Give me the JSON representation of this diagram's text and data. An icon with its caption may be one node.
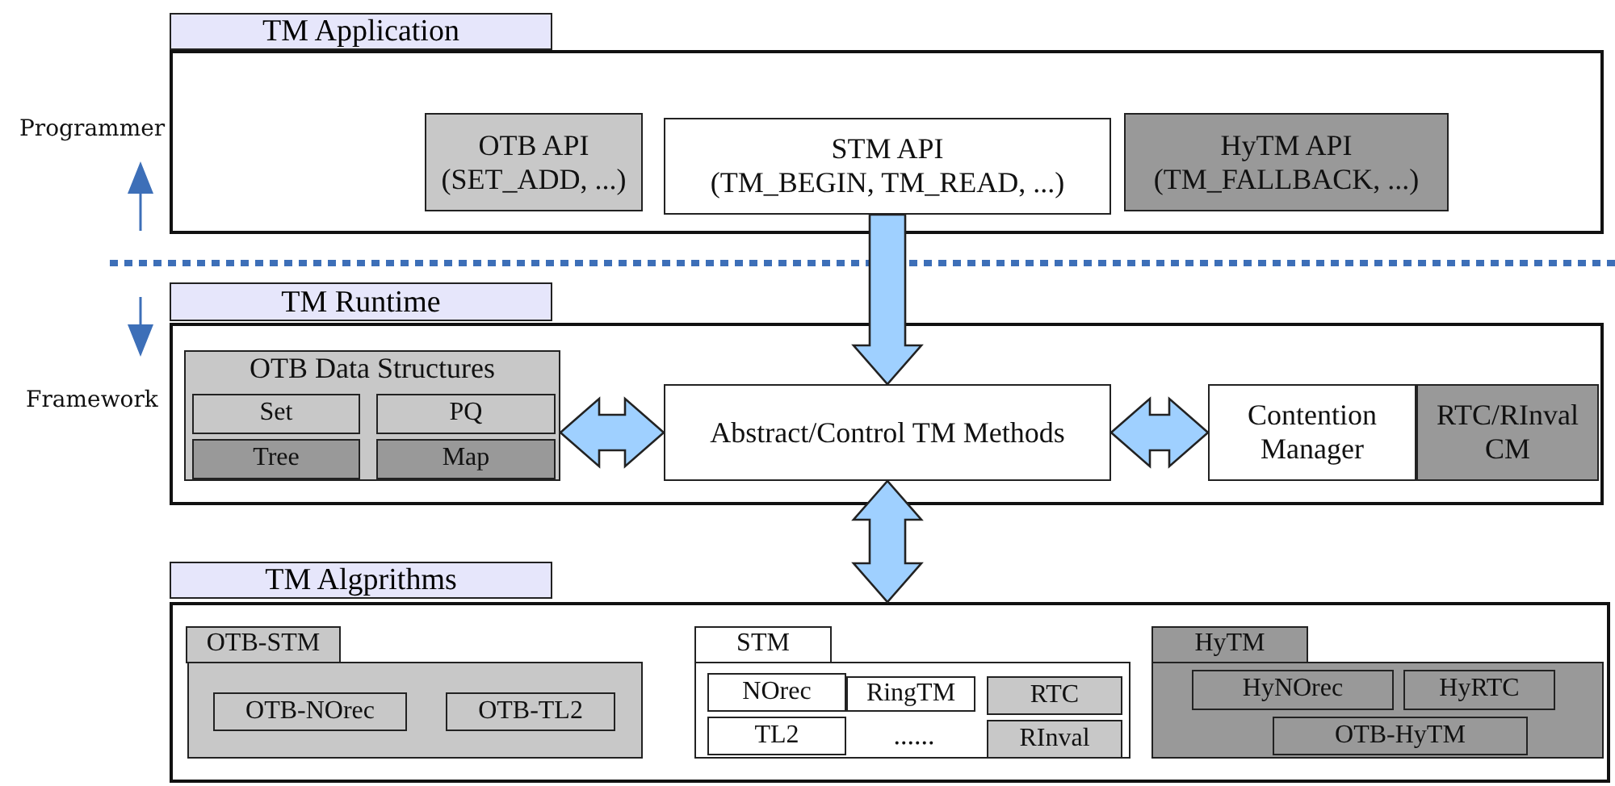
{
  "diagram": {
    "nodes": [
      {
        "text": [
          "TM Application"
        ]
      },
      {
        "text": [
          "OTB API",
          "(SET_ADD, ...)"
        ],
        "in": 0
      },
      {
        "text": [
          "STM API",
          "(TM_BEGIN, TM_READ, ...)"
        ],
        "in": 0
      },
      {
        "text": [
          "HyTM API",
          "(TM_FALLBACK, ...)"
        ],
        "in": 0
      },
      {
        "text": [
          "TM Runtime"
        ]
      },
      {
        "text": [
          "OTB Data Structures"
        ],
        "in": 4
      },
      {
        "text": [
          "Set"
        ],
        "in": 5
      },
      {
        "text": [
          "PQ"
        ],
        "in": 5
      },
      {
        "text": [
          "Tree"
        ],
        "in": 5
      },
      {
        "text": [
          "Map"
        ],
        "in": 5
      },
      {
        "text": [
          "Abstract/Control TM Methods"
        ],
        "in": 4
      },
      {
        "text": [
          "Contention Manager"
        ],
        "in": 4
      },
      {
        "text": [
          "RTC/RInval CM"
        ],
        "in": 4
      },
      {
        "text": [
          "TM Algprithms"
        ]
      },
      {
        "text": [
          "OTB-STM"
        ],
        "in": 13
      },
      {
        "text": [],
        "shape": "box",
        "in": 13
      },
      {
        "text": [
          "OTB-NOrec"
        ],
        "in": 15
      },
      {
        "text": [
          "OTB-TL2"
        ],
        "in": 15
      },
      {
        "text": [
          "STM"
        ],
        "in": 13
      },
      {
        "text": [
          "......"
        ],
        "in": 13
      },
      {
        "text": [
          "NOrec"
        ],
        "in": 19
      },
      {
        "text": [
          "RingTM"
        ],
        "in": 19
      },
      {
        "text": [
          "RTC"
        ],
        "in": 19
      },
      {
        "text": [
          "TL2"
        ],
        "in": 19
      },
      {
        "text": [
          "RInval"
        ],
        "in": 19
      },
      {
        "text": [
          "HyTM"
        ],
        "in": 13
      },
      {
        "text": [],
        "shape": "box",
        "in": 13
      },
      {
        "text": [
          "HyNOrec"
        ],
        "in": 26
      },
      {
        "text": [
          "HyRTC"
        ],
        "in": 26
      },
      {
        "text": [
          "OTB-HyTM"
        ],
        "in": 26
      }
    ],
    "edges": [
      {
        "from": 2,
        "to": 10,
        "arrow": "to"
      },
      {
        "from": 5,
        "to": 10,
        "arrow": "both"
      },
      {
        "from": 10,
        "to": 11,
        "arrow": "both"
      },
      {
        "from": 10,
        "to": 13,
        "arrow": "both"
      }
    ],
    "labels": [
      "Programmer",
      "Framework"
    ]
  }
}
